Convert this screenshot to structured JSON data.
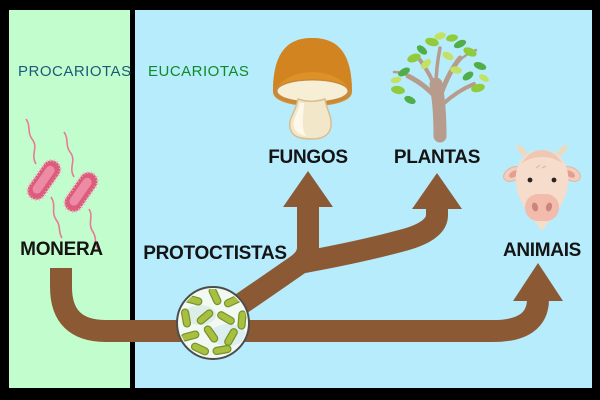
{
  "domains": {
    "procariotas": {
      "label": "PROCARIOTAS",
      "text_color": "#1d5a7a",
      "panel_color": "#c2fecd"
    },
    "eucariotas": {
      "label": "EUCARIOTAS",
      "text_color": "#0f8a28",
      "panel_color": "#b7ecfc"
    }
  },
  "kingdoms": {
    "monera": {
      "label": "MONERA",
      "icon": "bacteria-icon",
      "domain": "procariotas"
    },
    "protoctistas": {
      "label": "PROTOCTISTAS",
      "icon": "protists-circle-icon",
      "domain": "eucariotas"
    },
    "fungos": {
      "label": "FUNGOS",
      "icon": "mushroom-icon",
      "domain": "eucariotas"
    },
    "plantas": {
      "label": "PLANTAS",
      "icon": "tree-icon",
      "domain": "eucariotas"
    },
    "animais": {
      "label": "ANIMAIS",
      "icon": "cow-icon",
      "domain": "eucariotas"
    }
  },
  "lineage_arrows": {
    "color": "#8b5a35",
    "connections": [
      {
        "from": "monera",
        "to": "protoctistas"
      },
      {
        "from": "protoctistas",
        "to": "fungos"
      },
      {
        "from": "protoctistas",
        "to": "plantas"
      },
      {
        "from": "protoctistas",
        "to": "animais"
      }
    ]
  },
  "colors": {
    "border": "#000000",
    "kingdom_text": "#141414",
    "protist_circle_border": "#4d4d4d"
  }
}
